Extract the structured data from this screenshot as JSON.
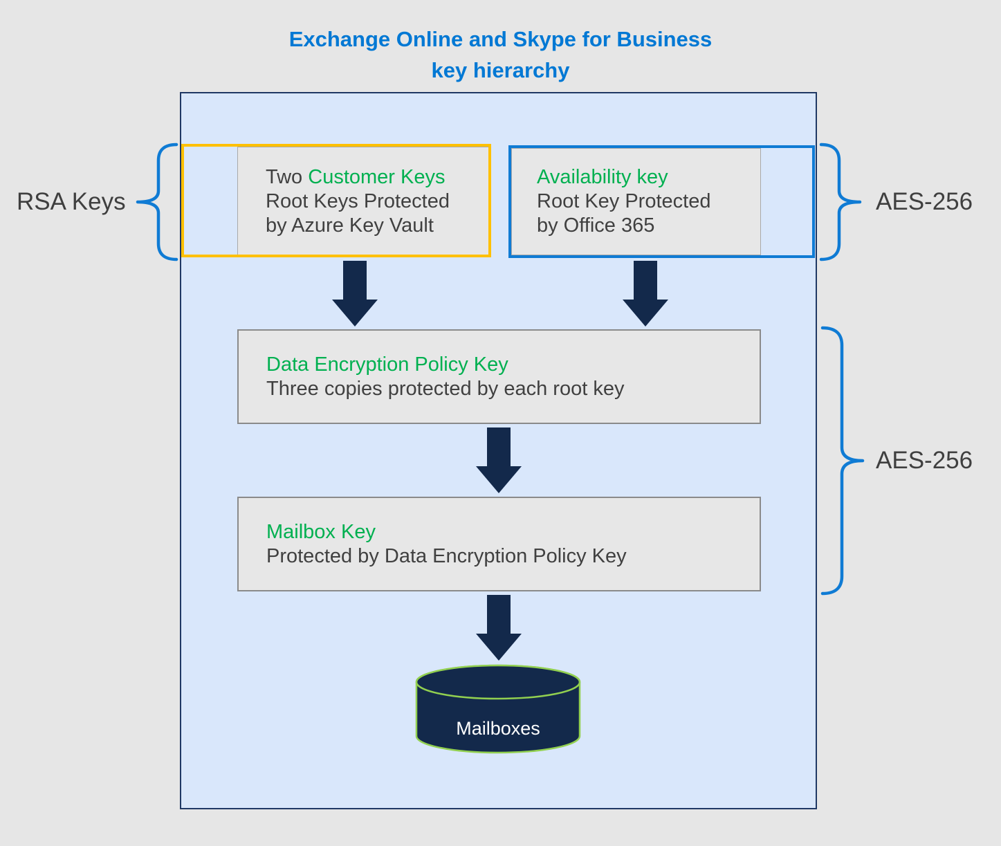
{
  "title": {
    "line1": "Exchange Online and Skype for Business",
    "line2": "key hierarchy"
  },
  "side_labels": {
    "rsa": "RSA Keys",
    "aes_top": "AES-256",
    "aes_bottom": "AES-256"
  },
  "boxes": {
    "customer_keys": {
      "prefix": "Two ",
      "name": "Customer Keys",
      "line2": "Root Keys Protected",
      "line3": "by Azure Key Vault"
    },
    "availability_key": {
      "name": "Availability key",
      "line2": "Root Key Protected",
      "line3": "by Office 365"
    },
    "dep_key": {
      "name": "Data Encryption Policy Key",
      "line2": "Three copies protected by each root key"
    },
    "mailbox_key": {
      "name": "Mailbox Key",
      "line2": "Protected by Data Encryption Policy Key"
    },
    "mailboxes": {
      "label": "Mailboxes"
    }
  },
  "colors": {
    "title_blue": "#0078d4",
    "key_name_green": "#00b050",
    "customer_outline_orange": "#ffc000",
    "availability_outline_blue": "#0f7bd4",
    "brace_blue": "#0f7bd4",
    "arrow_navy": "#13294b",
    "container_fill": "#d9e7fb",
    "container_border": "#1f3864",
    "box_fill": "#e7e7e7",
    "cylinder_fill": "#13294b",
    "cylinder_outline_green": "#92d050"
  }
}
